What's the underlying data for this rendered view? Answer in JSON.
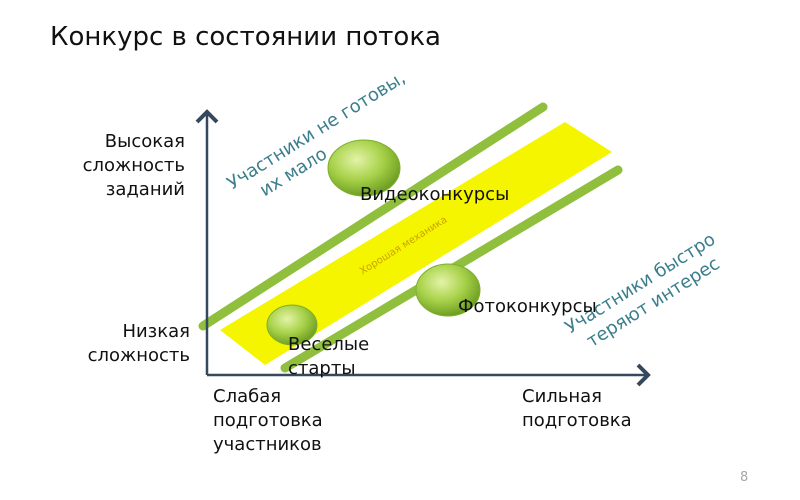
{
  "title": "Конкурс в состоянии потока",
  "y_axis": {
    "high_line1": "Высокая",
    "high_line2": "сложность",
    "high_line3": "заданий",
    "low_line1": "Низкая",
    "low_line2": "сложность"
  },
  "x_axis": {
    "weak_line1": "Слабая",
    "weak_line2": "подготовка",
    "weak_line3": "участников",
    "strong_line1": "Сильная",
    "strong_line2": "подготовка"
  },
  "zones": {
    "top_line1": "Участники не готовы,",
    "top_line2": "их мало",
    "bottom_line1": "Участники быстро",
    "bottom_line2": "теряют интерес",
    "band": "Хорошая механика"
  },
  "items": {
    "video": "Видеоконкурсы",
    "photo": "Фотоконкурсы",
    "fun_line1": "Веселые",
    "fun_line2": "старты"
  },
  "page_number": "8",
  "colors": {
    "band": "#f5f500",
    "band_border": "#8fbf3c",
    "bubble": "#9ccb3c",
    "zone_text": "#3b7e8c",
    "axis": "#34495e"
  }
}
